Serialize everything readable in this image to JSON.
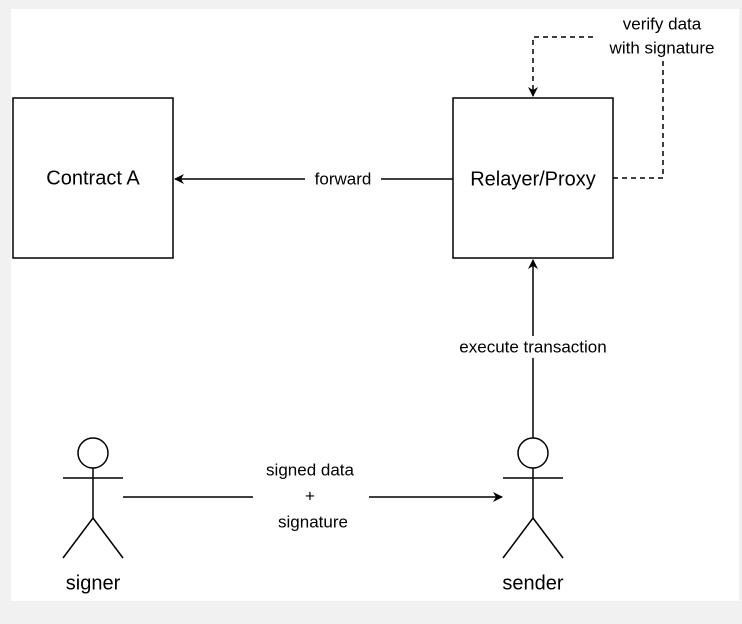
{
  "nodes": {
    "contract_a": "Contract A",
    "relayer": "Relayer/Proxy"
  },
  "actors": {
    "signer": "signer",
    "sender": "sender"
  },
  "edges": {
    "forward": "forward",
    "execute": "execute transaction",
    "verify_line1": "verify data",
    "verify_line2": "with signature",
    "signed_line1": "signed data",
    "signed_line2": "+",
    "signed_line3": "signature"
  },
  "colors": {
    "stroke": "#000000",
    "background": "#ffffff",
    "outer_background": "#f1f1f1"
  }
}
